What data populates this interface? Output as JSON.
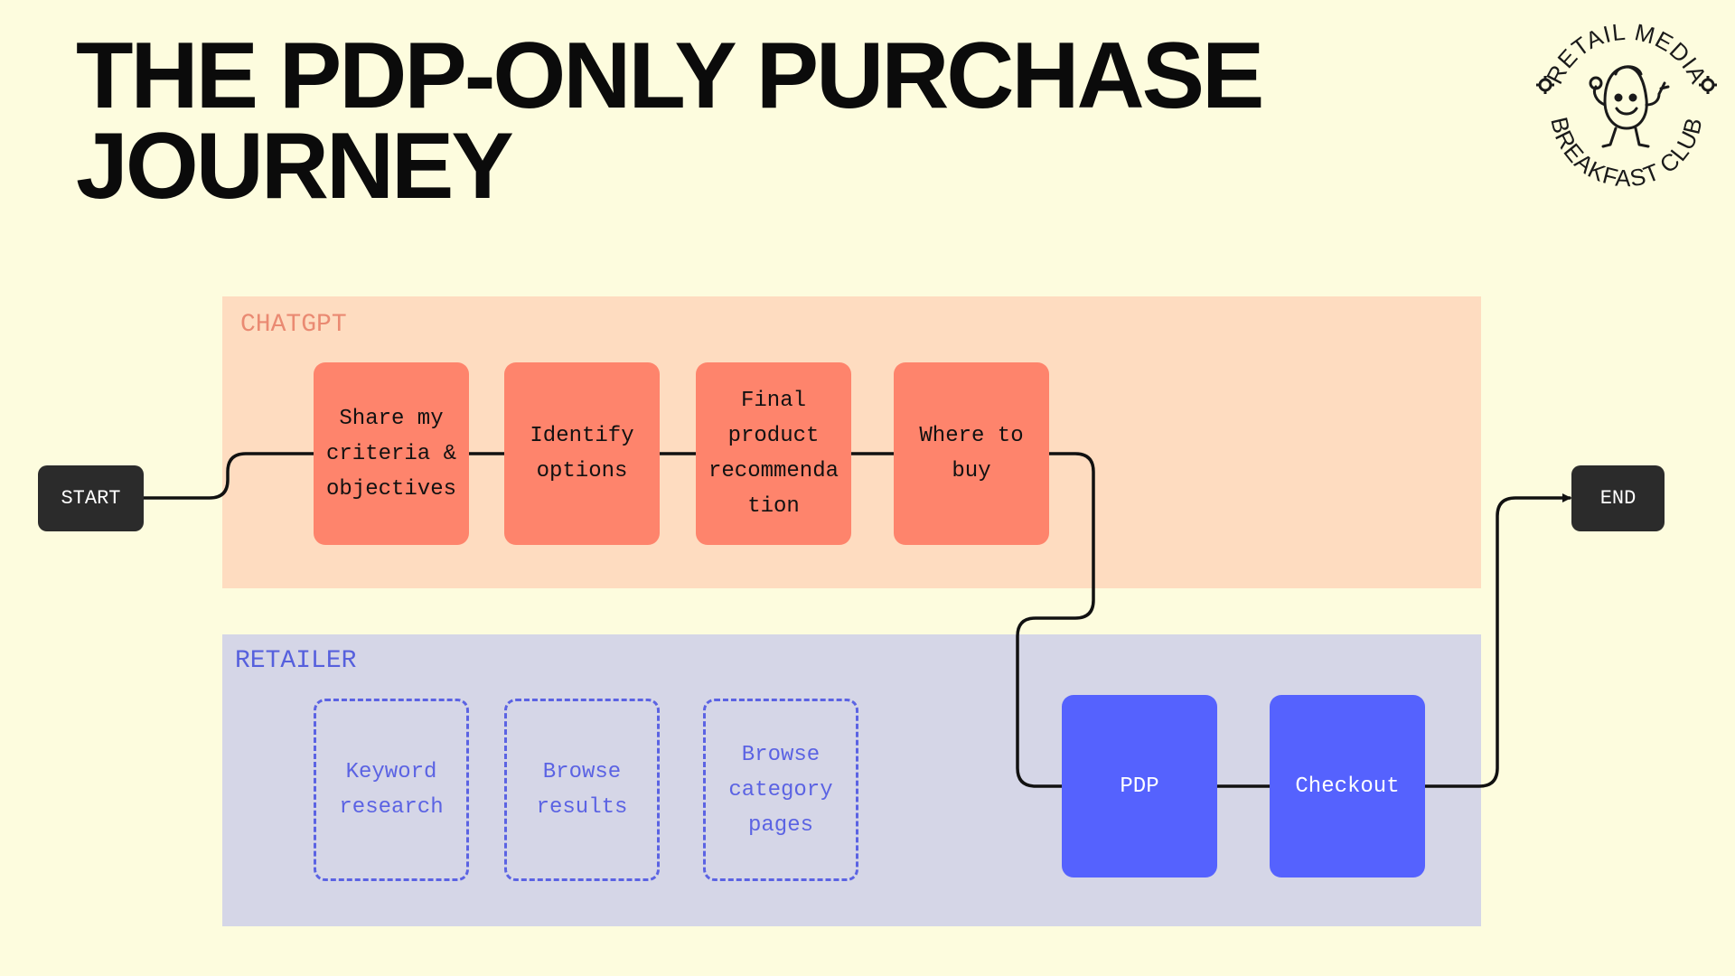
{
  "title": {
    "line1": "THE PDP-ONLY PURCHASE",
    "line2": "JOURNEY"
  },
  "logo": {
    "top_text": "RETAIL MEDIA",
    "bottom_text": "BREAKFAST CLUB"
  },
  "lanes": {
    "chatgpt": {
      "label": "CHATGPT",
      "color": "#fedcc0",
      "label_color": "#ea8a72"
    },
    "retailer": {
      "label": "RETAILER",
      "color": "#d5d6e7",
      "label_color": "#5660dd"
    }
  },
  "terminals": {
    "start": "START",
    "end": "END"
  },
  "chatgpt_steps": [
    {
      "lines": [
        "Share my",
        "criteria &",
        "objectives"
      ]
    },
    {
      "lines": [
        "Identify",
        "options"
      ]
    },
    {
      "lines": [
        "Final",
        "product",
        "recommenda",
        "tion"
      ]
    },
    {
      "lines": [
        "Where to",
        "buy"
      ]
    }
  ],
  "retailer_skipped_steps": [
    {
      "lines": [
        "Keyword",
        "research"
      ]
    },
    {
      "lines": [
        "Browse",
        "results"
      ]
    },
    {
      "lines": [
        "Browse",
        "category",
        "pages"
      ]
    }
  ],
  "retailer_steps": [
    {
      "label": "PDP"
    },
    {
      "label": "Checkout"
    }
  ],
  "colors": {
    "background": "#fdfcde",
    "chatgpt_step": "#fe846c",
    "retailer_step": "#5562fe",
    "retailer_dashed": "#5b63e3",
    "terminal": "#2b2b2b"
  }
}
